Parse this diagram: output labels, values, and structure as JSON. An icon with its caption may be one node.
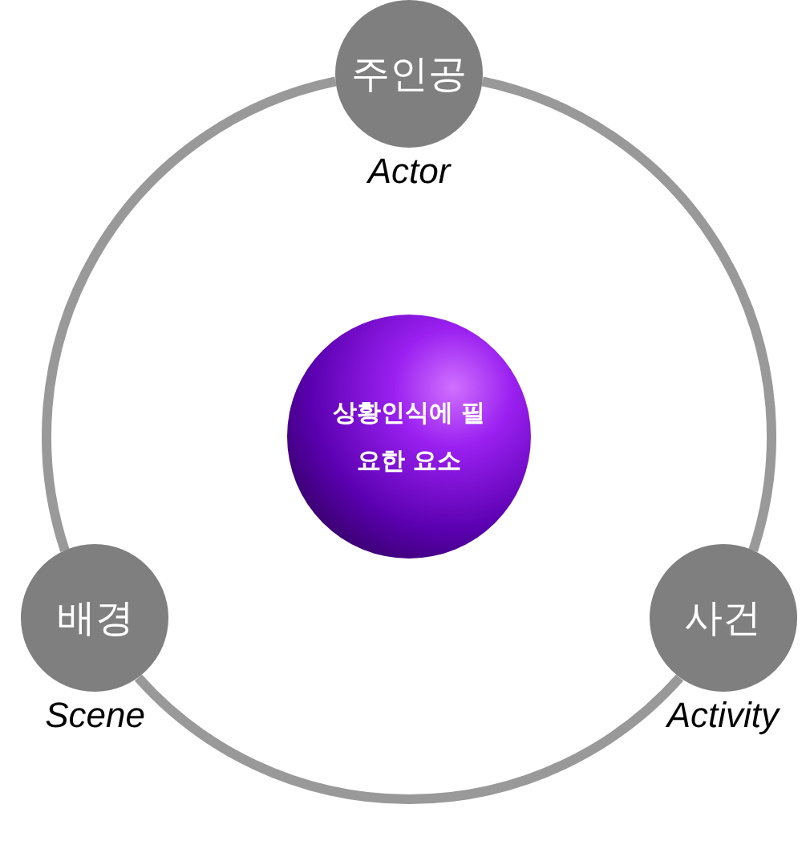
{
  "diagram": {
    "nodes": [
      {
        "text": [
          "주인공"
        ],
        "beside": [
          "Actor"
        ]
      },
      {
        "text": [
          "상황인식에 필요한 요소"
        ]
      },
      {
        "text": [
          "배경"
        ],
        "beside": [
          "Scene"
        ]
      },
      {
        "text": [
          "사건"
        ],
        "beside": [
          "Activity"
        ]
      }
    ],
    "edges": [
      {
        "from": 0,
        "to": 2,
        "arrow": "none"
      },
      {
        "from": 2,
        "to": 3,
        "arrow": "none"
      },
      {
        "from": 3,
        "to": 0,
        "arrow": "none"
      }
    ]
  }
}
